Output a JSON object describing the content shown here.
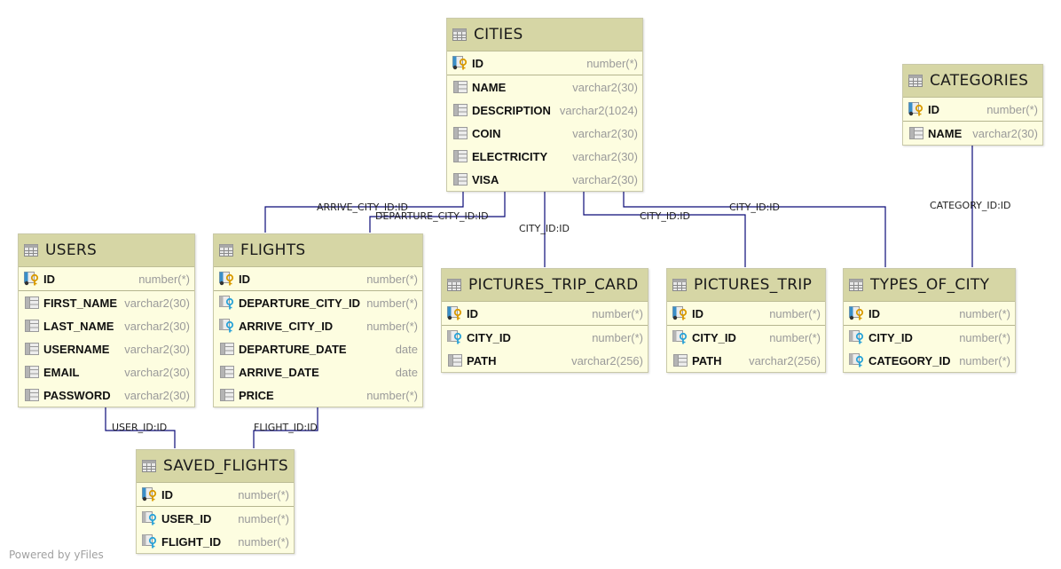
{
  "tables": {
    "cities": {
      "name": "CITIES",
      "columns": [
        {
          "name": "ID",
          "type": "number(*)",
          "kind": "pk"
        },
        {
          "name": "NAME",
          "type": "varchar2(30)",
          "kind": "col"
        },
        {
          "name": "DESCRIPTION",
          "type": "varchar2(1024)",
          "kind": "col"
        },
        {
          "name": "COIN",
          "type": "varchar2(30)",
          "kind": "col"
        },
        {
          "name": "ELECTRICITY",
          "type": "varchar2(30)",
          "kind": "col"
        },
        {
          "name": "VISA",
          "type": "varchar2(30)",
          "kind": "col"
        }
      ]
    },
    "categories": {
      "name": "CATEGORIES",
      "columns": [
        {
          "name": "ID",
          "type": "number(*)",
          "kind": "pk"
        },
        {
          "name": "NAME",
          "type": "varchar2(30)",
          "kind": "col"
        }
      ]
    },
    "users": {
      "name": "USERS",
      "columns": [
        {
          "name": "ID",
          "type": "number(*)",
          "kind": "pk"
        },
        {
          "name": "FIRST_NAME",
          "type": "varchar2(30)",
          "kind": "col"
        },
        {
          "name": "LAST_NAME",
          "type": "varchar2(30)",
          "kind": "col"
        },
        {
          "name": "USERNAME",
          "type": "varchar2(30)",
          "kind": "col"
        },
        {
          "name": "EMAIL",
          "type": "varchar2(30)",
          "kind": "col"
        },
        {
          "name": "PASSWORD",
          "type": "varchar2(30)",
          "kind": "col"
        }
      ]
    },
    "flights": {
      "name": "FLIGHTS",
      "columns": [
        {
          "name": "ID",
          "type": "number(*)",
          "kind": "pk"
        },
        {
          "name": "DEPARTURE_CITY_ID",
          "type": "number(*)",
          "kind": "fk"
        },
        {
          "name": "ARRIVE_CITY_ID",
          "type": "number(*)",
          "kind": "fk"
        },
        {
          "name": "DEPARTURE_DATE",
          "type": "date",
          "kind": "col"
        },
        {
          "name": "ARRIVE_DATE",
          "type": "date",
          "kind": "col"
        },
        {
          "name": "PRICE",
          "type": "number(*)",
          "kind": "col"
        }
      ]
    },
    "pictures_trip_card": {
      "name": "PICTURES_TRIP_CARD",
      "columns": [
        {
          "name": "ID",
          "type": "number(*)",
          "kind": "pk"
        },
        {
          "name": "CITY_ID",
          "type": "number(*)",
          "kind": "fk"
        },
        {
          "name": "PATH",
          "type": "varchar2(256)",
          "kind": "col"
        }
      ]
    },
    "pictures_trip": {
      "name": "PICTURES_TRIP",
      "columns": [
        {
          "name": "ID",
          "type": "number(*)",
          "kind": "pk"
        },
        {
          "name": "CITY_ID",
          "type": "number(*)",
          "kind": "fk"
        },
        {
          "name": "PATH",
          "type": "varchar2(256)",
          "kind": "col"
        }
      ]
    },
    "types_of_city": {
      "name": "TYPES_OF_CITY",
      "columns": [
        {
          "name": "ID",
          "type": "number(*)",
          "kind": "pk"
        },
        {
          "name": "CITY_ID",
          "type": "number(*)",
          "kind": "fk"
        },
        {
          "name": "CATEGORY_ID",
          "type": "number(*)",
          "kind": "fk"
        }
      ]
    },
    "saved_flights": {
      "name": "SAVED_FLIGHTS",
      "columns": [
        {
          "name": "ID",
          "type": "number(*)",
          "kind": "pk"
        },
        {
          "name": "USER_ID",
          "type": "number(*)",
          "kind": "fk"
        },
        {
          "name": "FLIGHT_ID",
          "type": "number(*)",
          "kind": "fk"
        }
      ]
    }
  },
  "relations": {
    "arrive_city": "ARRIVE_CITY_ID:ID",
    "departure_city": "DEPARTURE_CITY_ID:ID",
    "pictures_trip_card_city": "CITY_ID:ID",
    "pictures_trip_city": "CITY_ID:ID",
    "types_city": "CITY_ID:ID",
    "category": "CATEGORY_ID:ID",
    "user": "USER_ID:ID",
    "flight": "FLIGHT_ID:ID"
  },
  "footer": "Powered by yFiles",
  "colors": {
    "header": "#d6d6a5",
    "body": "#fdfde0",
    "edge": "#1a1a6e"
  }
}
